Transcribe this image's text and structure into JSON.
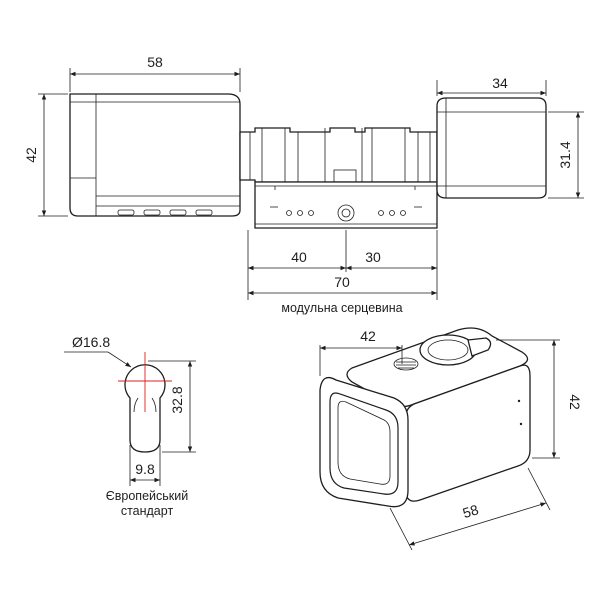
{
  "dimensions": {
    "side_width": "58",
    "side_height": "42",
    "knob_width": "34",
    "knob_height": "31.4",
    "core_left": "40",
    "core_right": "30",
    "core_total": "70",
    "core_caption": "модульна серцевина",
    "profile_diameter": "Ø16.8",
    "profile_height": "32.8",
    "profile_width": "9.8",
    "profile_caption_line1": "Європейський",
    "profile_caption_line2": "стандарт",
    "iso_top": "42",
    "iso_side": "42",
    "iso_bottom": "58"
  },
  "colors": {
    "line": "#1e1e1e",
    "centerline": "#e0201c"
  }
}
